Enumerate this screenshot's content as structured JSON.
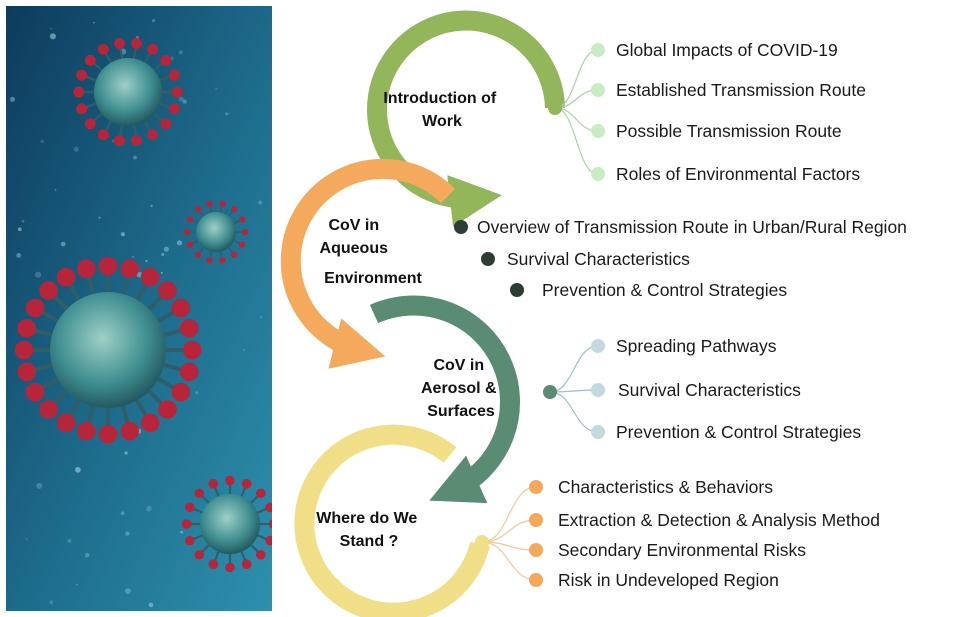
{
  "sections": [
    {
      "id": "intro",
      "title_lines": [
        "Introduction of",
        "Work"
      ],
      "color": "#93b65a",
      "dot_color": "#93b65a",
      "bullet_color": "#c9ecc3",
      "items": [
        "Global Impacts of COVID-19",
        "Established Transmission Route",
        "Possible Transmission Route",
        "Roles of Environmental Factors"
      ]
    },
    {
      "id": "aqueous",
      "title_lines": [
        "CoV in",
        "Aqueous",
        "Environment"
      ],
      "color": "#f4a95c",
      "bullet_color": "#2c3d33",
      "items": [
        "Overview of Transmission Route in Urban/Rural Region",
        "Survival Characteristics",
        "Prevention & Control Strategies"
      ]
    },
    {
      "id": "aerosol",
      "title_lines": [
        "CoV in",
        "Aerosol &",
        "Surfaces"
      ],
      "color": "#5a8c74",
      "dot_color": "#5a8c74",
      "bullet_color": "#c3d9dd",
      "items": [
        "Spreading Pathways",
        "Survival Characteristics",
        "Prevention & Control Strategies"
      ]
    },
    {
      "id": "stand",
      "title_lines": [
        "Where do We",
        "Stand ?"
      ],
      "color": "#f0df86",
      "dot_color": "#f0df86",
      "bullet_color": "#f6a85a",
      "items": [
        "Characteristics & Behaviors",
        "Extraction & Detection & Analysis Method",
        "Secondary Environmental Risks",
        "Risk in Undeveloped Region"
      ]
    }
  ],
  "photo": {
    "background_colors": [
      "#0d3b5c",
      "#1e6d8e",
      "#2d90ad"
    ],
    "spike_color": "#b8243a",
    "body_color": "#3f8e90"
  }
}
